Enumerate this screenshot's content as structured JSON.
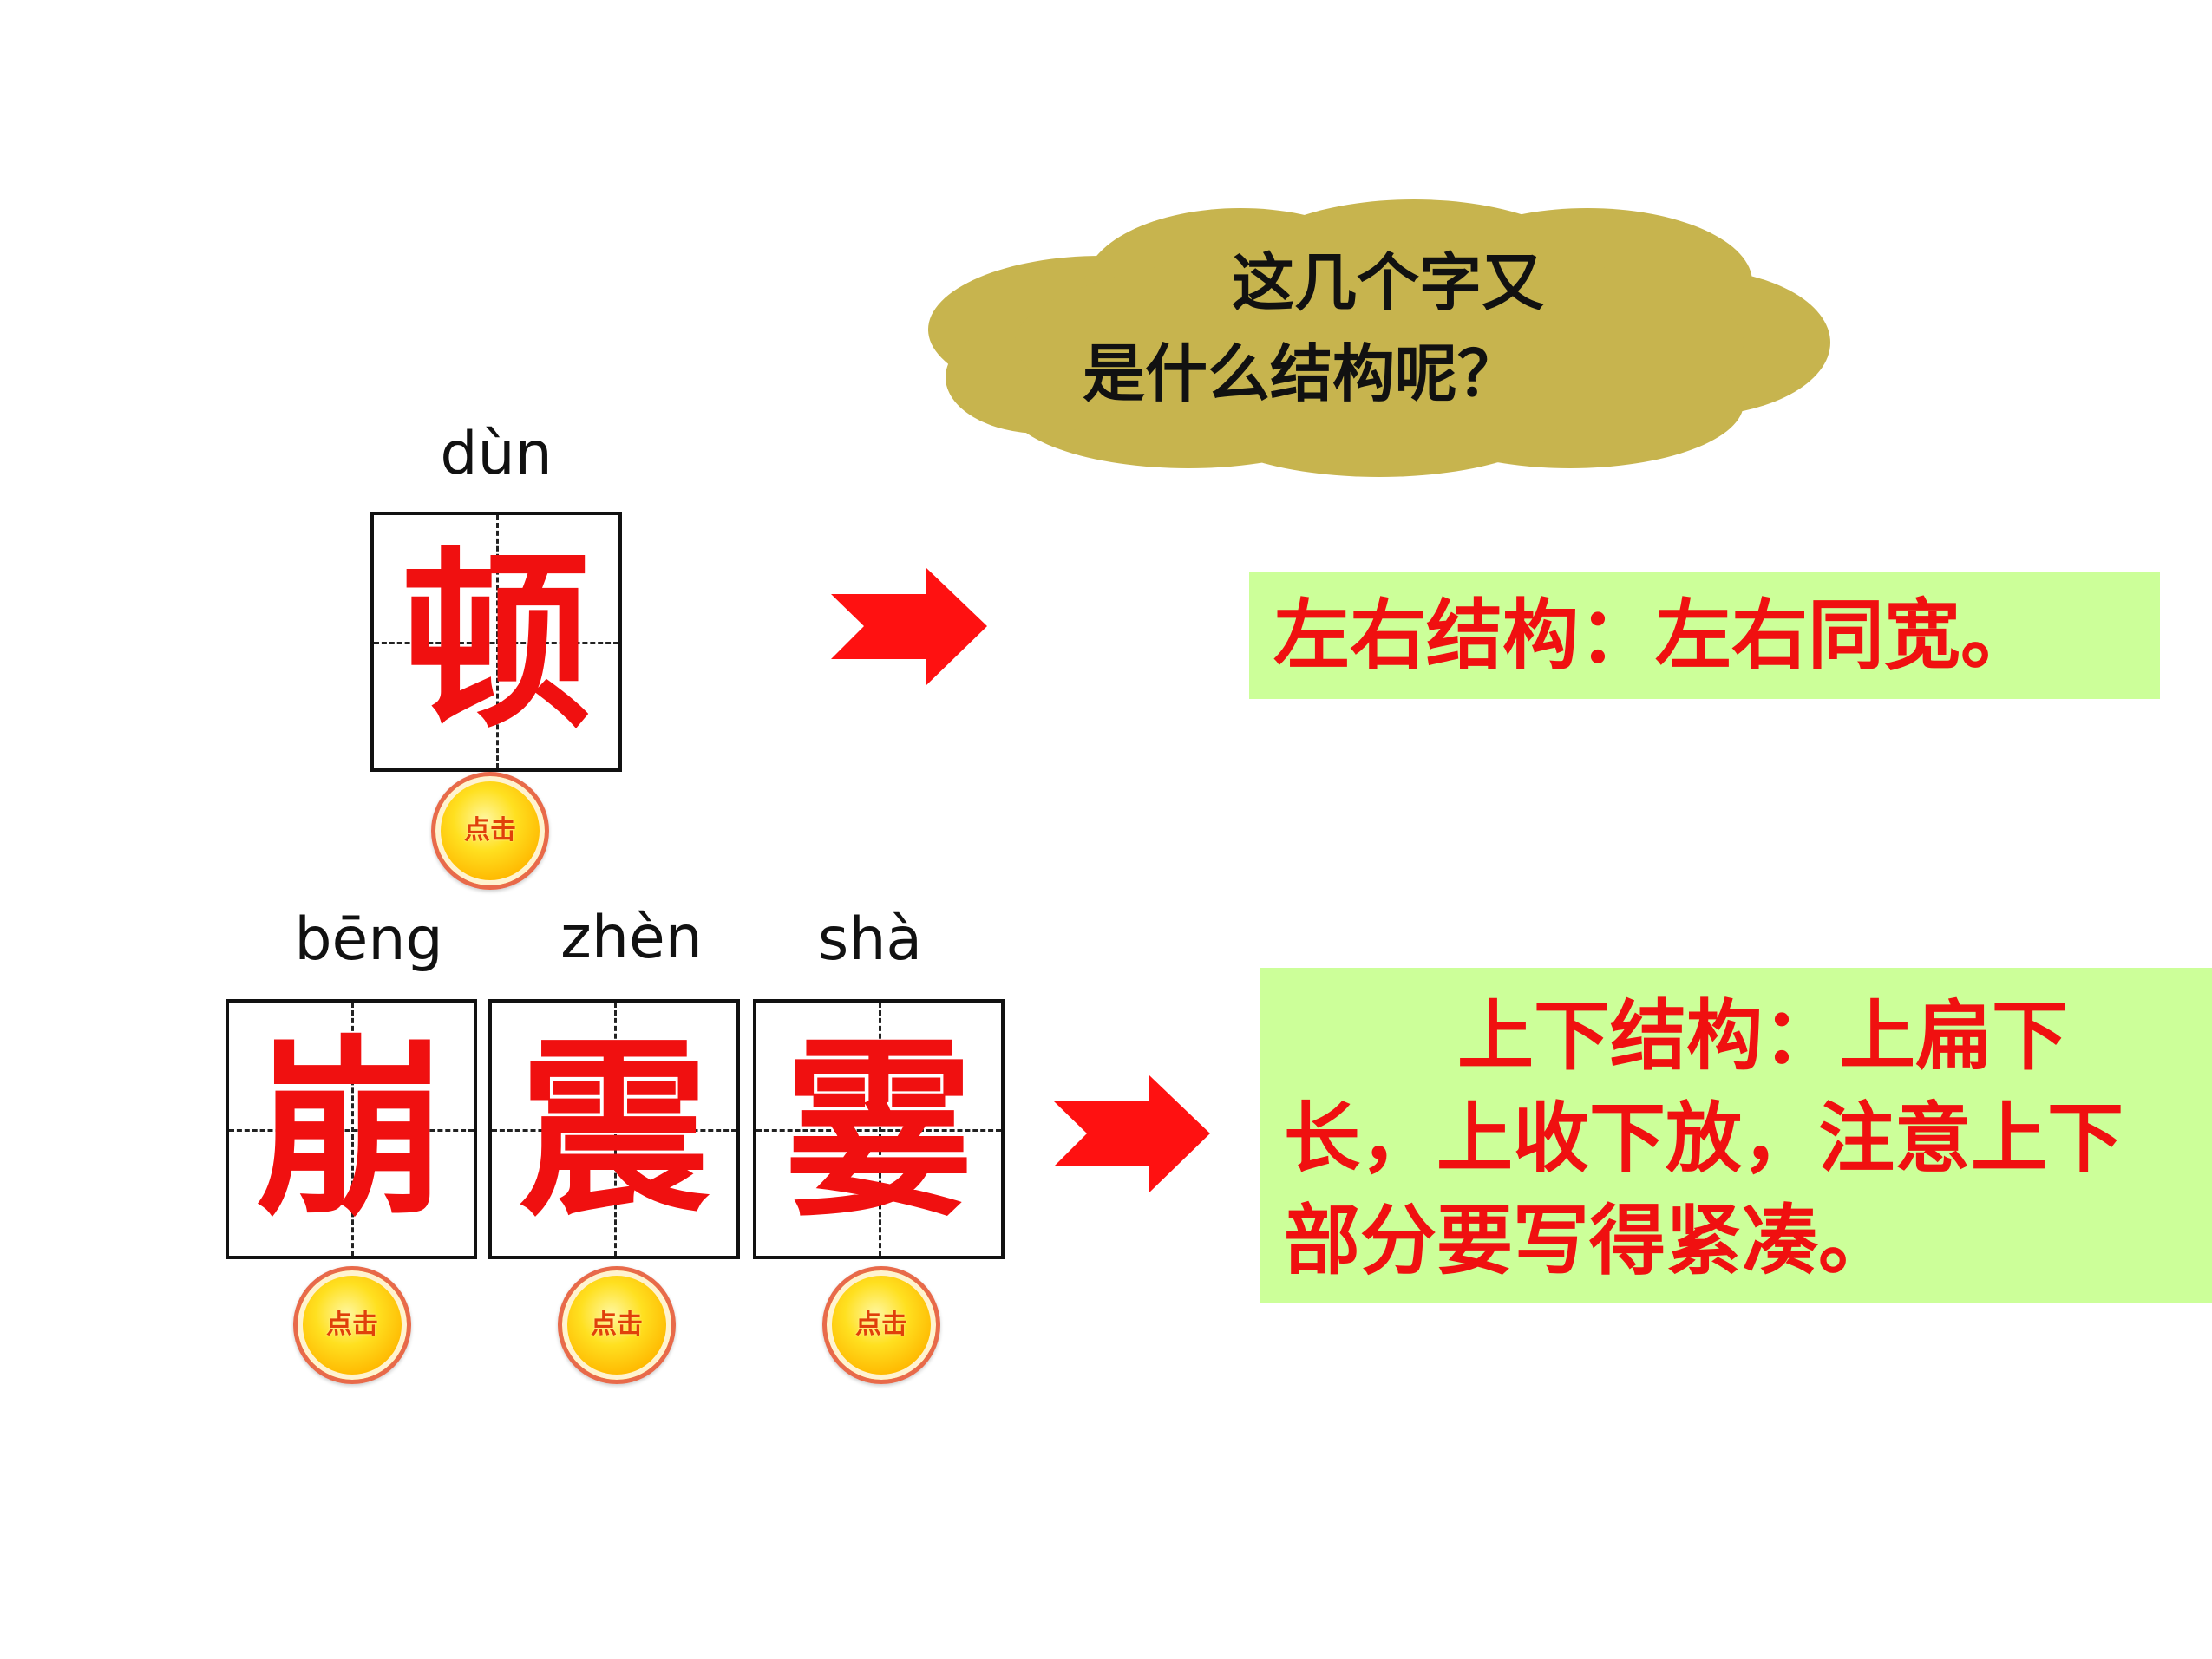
{
  "cloud": {
    "line1": "这几个字又",
    "line2": "是什么结构呢？",
    "color": "#c7b44e"
  },
  "characters": [
    {
      "pinyin": "dùn",
      "char": "顿",
      "button": "点击"
    },
    {
      "pinyin": "bēng",
      "char": "崩",
      "button": "点击"
    },
    {
      "pinyin": "zhèn",
      "char": "震",
      "button": "点击"
    },
    {
      "pinyin": "shà",
      "char": "霎",
      "button": "点击"
    }
  ],
  "answers": {
    "left_right": "左右结构：左右同宽。",
    "top_bottom": "上下结构：上扁下长，上收下放，注意上下部分要写得紧凑。"
  },
  "colors": {
    "char_red": "#f01010",
    "answer_bg": "#ccff99",
    "arrow_red": "#ff1111"
  }
}
